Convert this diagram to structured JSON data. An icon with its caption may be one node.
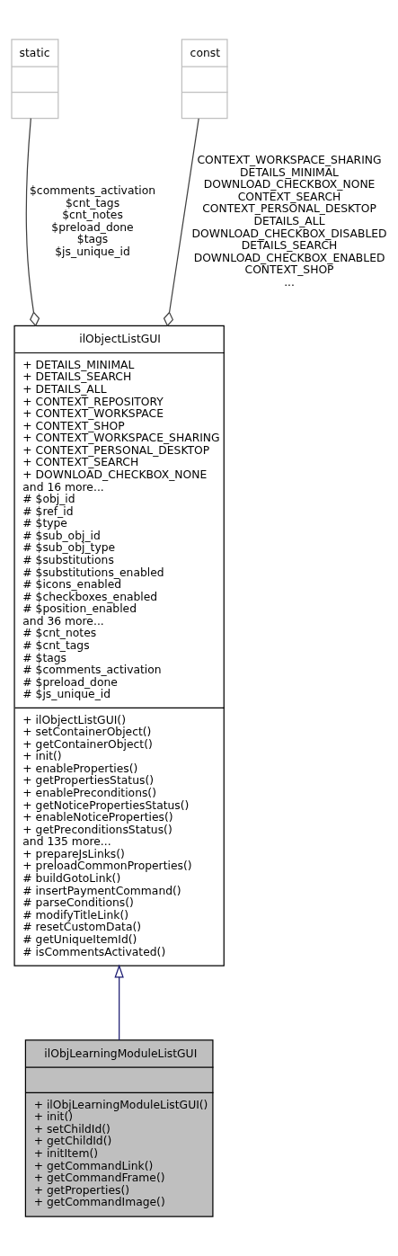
{
  "diagram": {
    "nodes": [
      {
        "text": [
          "static"
        ]
      },
      {
        "text": [
          "const"
        ]
      },
      {
        "text": [
          "ilObjectListGUI",
          "+ DETAILS_MINIMAL",
          "+ DETAILS_SEARCH",
          "+ DETAILS_ALL",
          "+ CONTEXT_REPOSITORY",
          "+ CONTEXT_WORKSPACE",
          "+ CONTEXT_SHOP",
          "+ CONTEXT_WORKSPACE_SHARING",
          "+ CONTEXT_PERSONAL_DESKTOP",
          "+ CONTEXT_SEARCH",
          "+ DOWNLOAD_CHECKBOX_NONE",
          "and 16 more...",
          "# $obj_id",
          "# $ref_id",
          "# $type",
          "# $sub_obj_id",
          "# $sub_obj_type",
          "# $substitutions",
          "# $substitutions_enabled",
          "# $icons_enabled",
          "# $checkboxes_enabled",
          "# $position_enabled",
          "and 36 more...",
          "# $cnt_notes",
          "# $cnt_tags",
          "# $tags",
          "# $comments_activation",
          "# $preload_done",
          "# $js_unique_id",
          "+ ilObjectListGUI()",
          "+ setContainerObject()",
          "+ getContainerObject()",
          "+ init()",
          "+ enableProperties()",
          "+ getPropertiesStatus()",
          "+ enablePreconditions()",
          "+ getNoticePropertiesStatus()",
          "+ enableNoticeProperties()",
          "+ getPreconditionsStatus()",
          "and 135 more...",
          "+ prepareJsLinks()",
          "+ preloadCommonProperties()",
          "# buildGotoLink()",
          "# insertPaymentCommand()",
          "# parseConditions()",
          "# modifyTitleLink()",
          "# resetCustomData()",
          "# getUniqueItemId()",
          "# isCommentsActivated()"
        ]
      },
      {
        "text": [
          "ilObjLearningModuleListGUI",
          "+ ilObjLearningModuleListGUI()",
          "+ init()",
          "+ setChildId()",
          "+ getChildId()",
          "+ initItem()",
          "+ getCommandLink()",
          "+ getCommandFrame()",
          "+ getProperties()",
          "+ getCommandImage()"
        ]
      }
    ],
    "edges": [
      {
        "from": 2,
        "to": 0,
        "arrow": "other",
        "label": "$comments_activation $cnt_tags $cnt_notes $preload_done $tags $js_unique_id"
      },
      {
        "from": 2,
        "to": 1,
        "arrow": "other",
        "label": "CONTEXT_WORKSPACE_SHARING DETAILS_MINIMAL DOWNLOAD_CHECKBOX_NONE CONTEXT_SEARCH CONTEXT_PERSONAL_DESKTOP DETAILS_ALL DOWNLOAD_CHECKBOX_DISABLED DETAILS_SEARCH DOWNLOAD_CHECKBOX_ENABLED CONTEXT_SHOP ..."
      },
      {
        "from": 3,
        "to": 2,
        "arrow": "to",
        "color": "#191970"
      }
    ]
  }
}
